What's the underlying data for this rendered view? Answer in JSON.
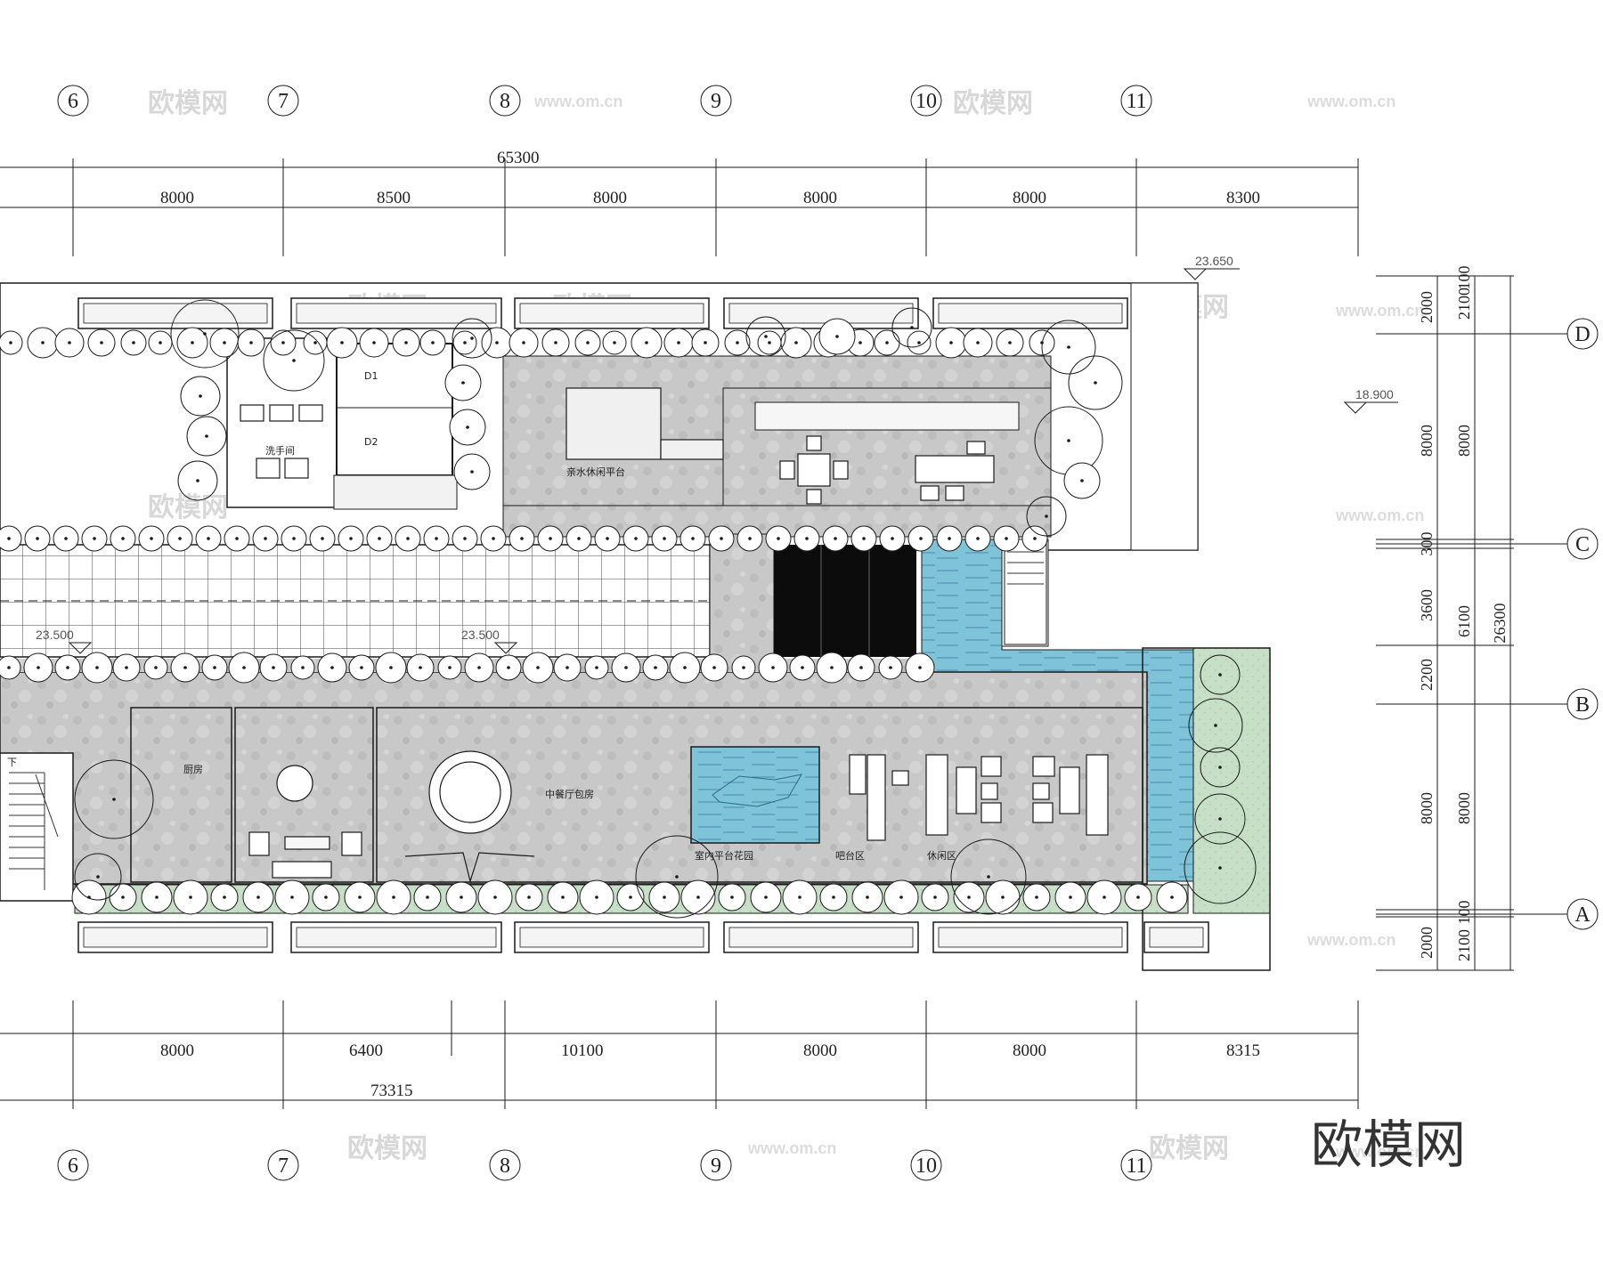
{
  "top_axes": [
    "⑥",
    "⑦",
    "⑧",
    "⑨",
    "⑩",
    "⑪"
  ],
  "axis_numbers": [
    "6",
    "7",
    "8",
    "9",
    "10",
    "11"
  ],
  "row_axes": [
    "D",
    "C",
    "B",
    "A"
  ],
  "top_dims": {
    "total": "65300",
    "spans": [
      "8000",
      "8500",
      "8000",
      "8000",
      "8000",
      "8300"
    ]
  },
  "bottom_dims": {
    "total": "73315",
    "spans": [
      "8000",
      "6400",
      "10100",
      "8000",
      "8000",
      "8315"
    ]
  },
  "right_dims": {
    "col1": [
      "2000",
      "8000",
      "300",
      "3600",
      "2200",
      "8000",
      "2000"
    ],
    "col2": [
      "100",
      "2100",
      "8000",
      "6100",
      "8000",
      "100",
      "2100"
    ],
    "col3": [
      "26300"
    ]
  },
  "elevations": {
    "roof_top": "23.650",
    "roof_side": "18.900",
    "left_corridor": "23.500",
    "mid_corridor": "23.500"
  },
  "rooms": {
    "washroom": "洗手间",
    "d1": "D1",
    "d2": "D2",
    "waterside": "亲水休闲平台",
    "kitchen": "厨房",
    "dining": "中餐厅包房",
    "garden": "室内平台花园",
    "bar": "吧台区",
    "lounge": "休闲区",
    "stair_down": "下"
  },
  "watermarks": {
    "brand": "欧模网",
    "url": "www.om.cn",
    "corner_brand": "欧模网"
  },
  "colors": {
    "line": "#1a1a1a",
    "concrete": "#c9c9c9",
    "water": "#7ec3d8",
    "green": "#c7dfc6",
    "dark": "#0c0c0c"
  }
}
